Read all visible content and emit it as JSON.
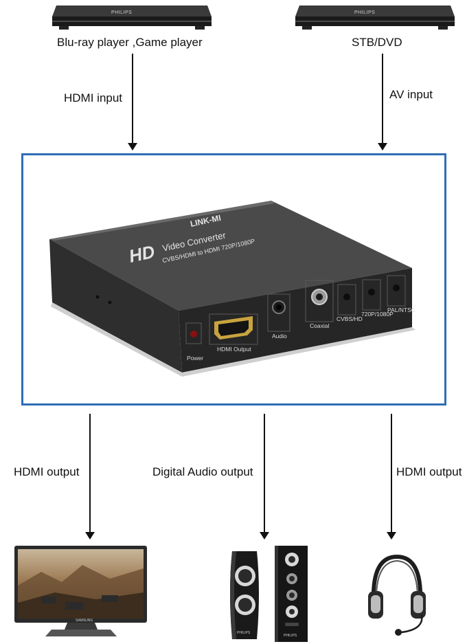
{
  "sources": {
    "left": {
      "label": "Blu-ray player ,Game player",
      "brand": "PHILIPS"
    },
    "right": {
      "label": "STB/DVD",
      "brand": "PHILIPS"
    }
  },
  "inputs": {
    "left": "HDMI input",
    "right": "AV input"
  },
  "device": {
    "brand": "LINK-MI",
    "logo": "HD",
    "title": "Video Converter",
    "subtitle": "CVBS/HDMI to HDMI 720P/1080P",
    "ports": {
      "power": "Power",
      "hdmi_output": "HDMI Output",
      "audio": "Audio",
      "coaxial": "Coaxial",
      "cvbs_hd": "CVBS/HD",
      "res": "720P/1080P",
      "pal_ntsc": "PAL/NTSC"
    },
    "frame_color": "#2e6db5"
  },
  "outputs": {
    "left": "HDMI output",
    "middle": "Digital Audio output",
    "right": "HDMI output"
  },
  "sinks": {
    "tv_brand": "SAMSUNG",
    "speaker_brand": "PHILIPS"
  }
}
